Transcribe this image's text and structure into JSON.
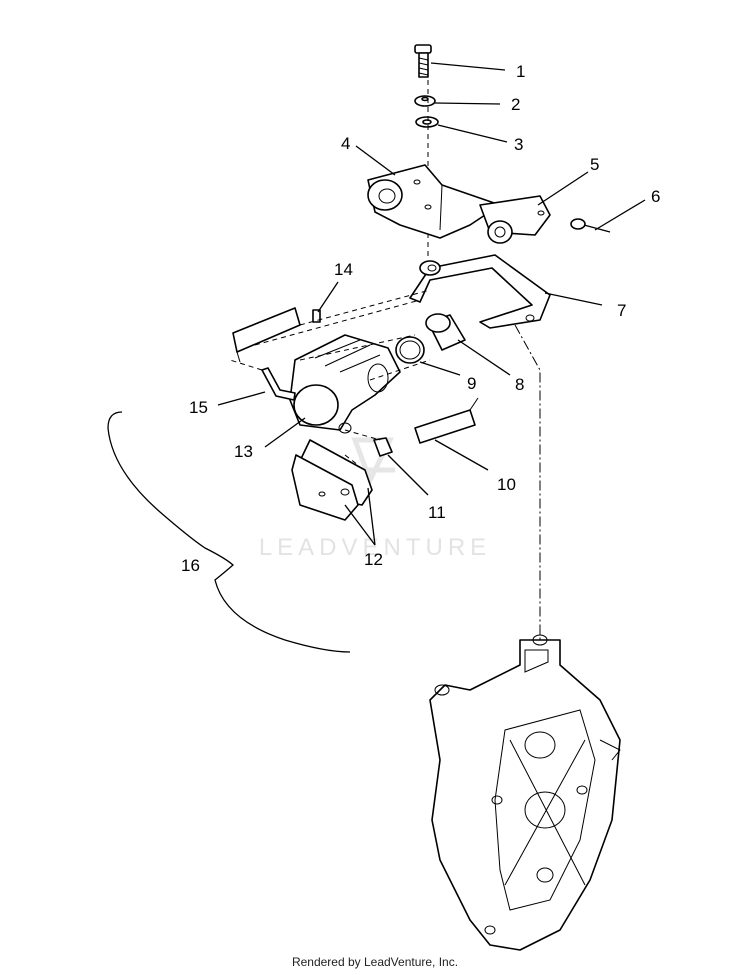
{
  "callouts": [
    "1",
    "2",
    "3",
    "4",
    "5",
    "6",
    "7",
    "8",
    "9",
    "10",
    "11",
    "12",
    "13",
    "14",
    "15",
    "16"
  ],
  "watermark": "LEADVENTURE",
  "footer": "Rendered by LeadVenture, Inc."
}
